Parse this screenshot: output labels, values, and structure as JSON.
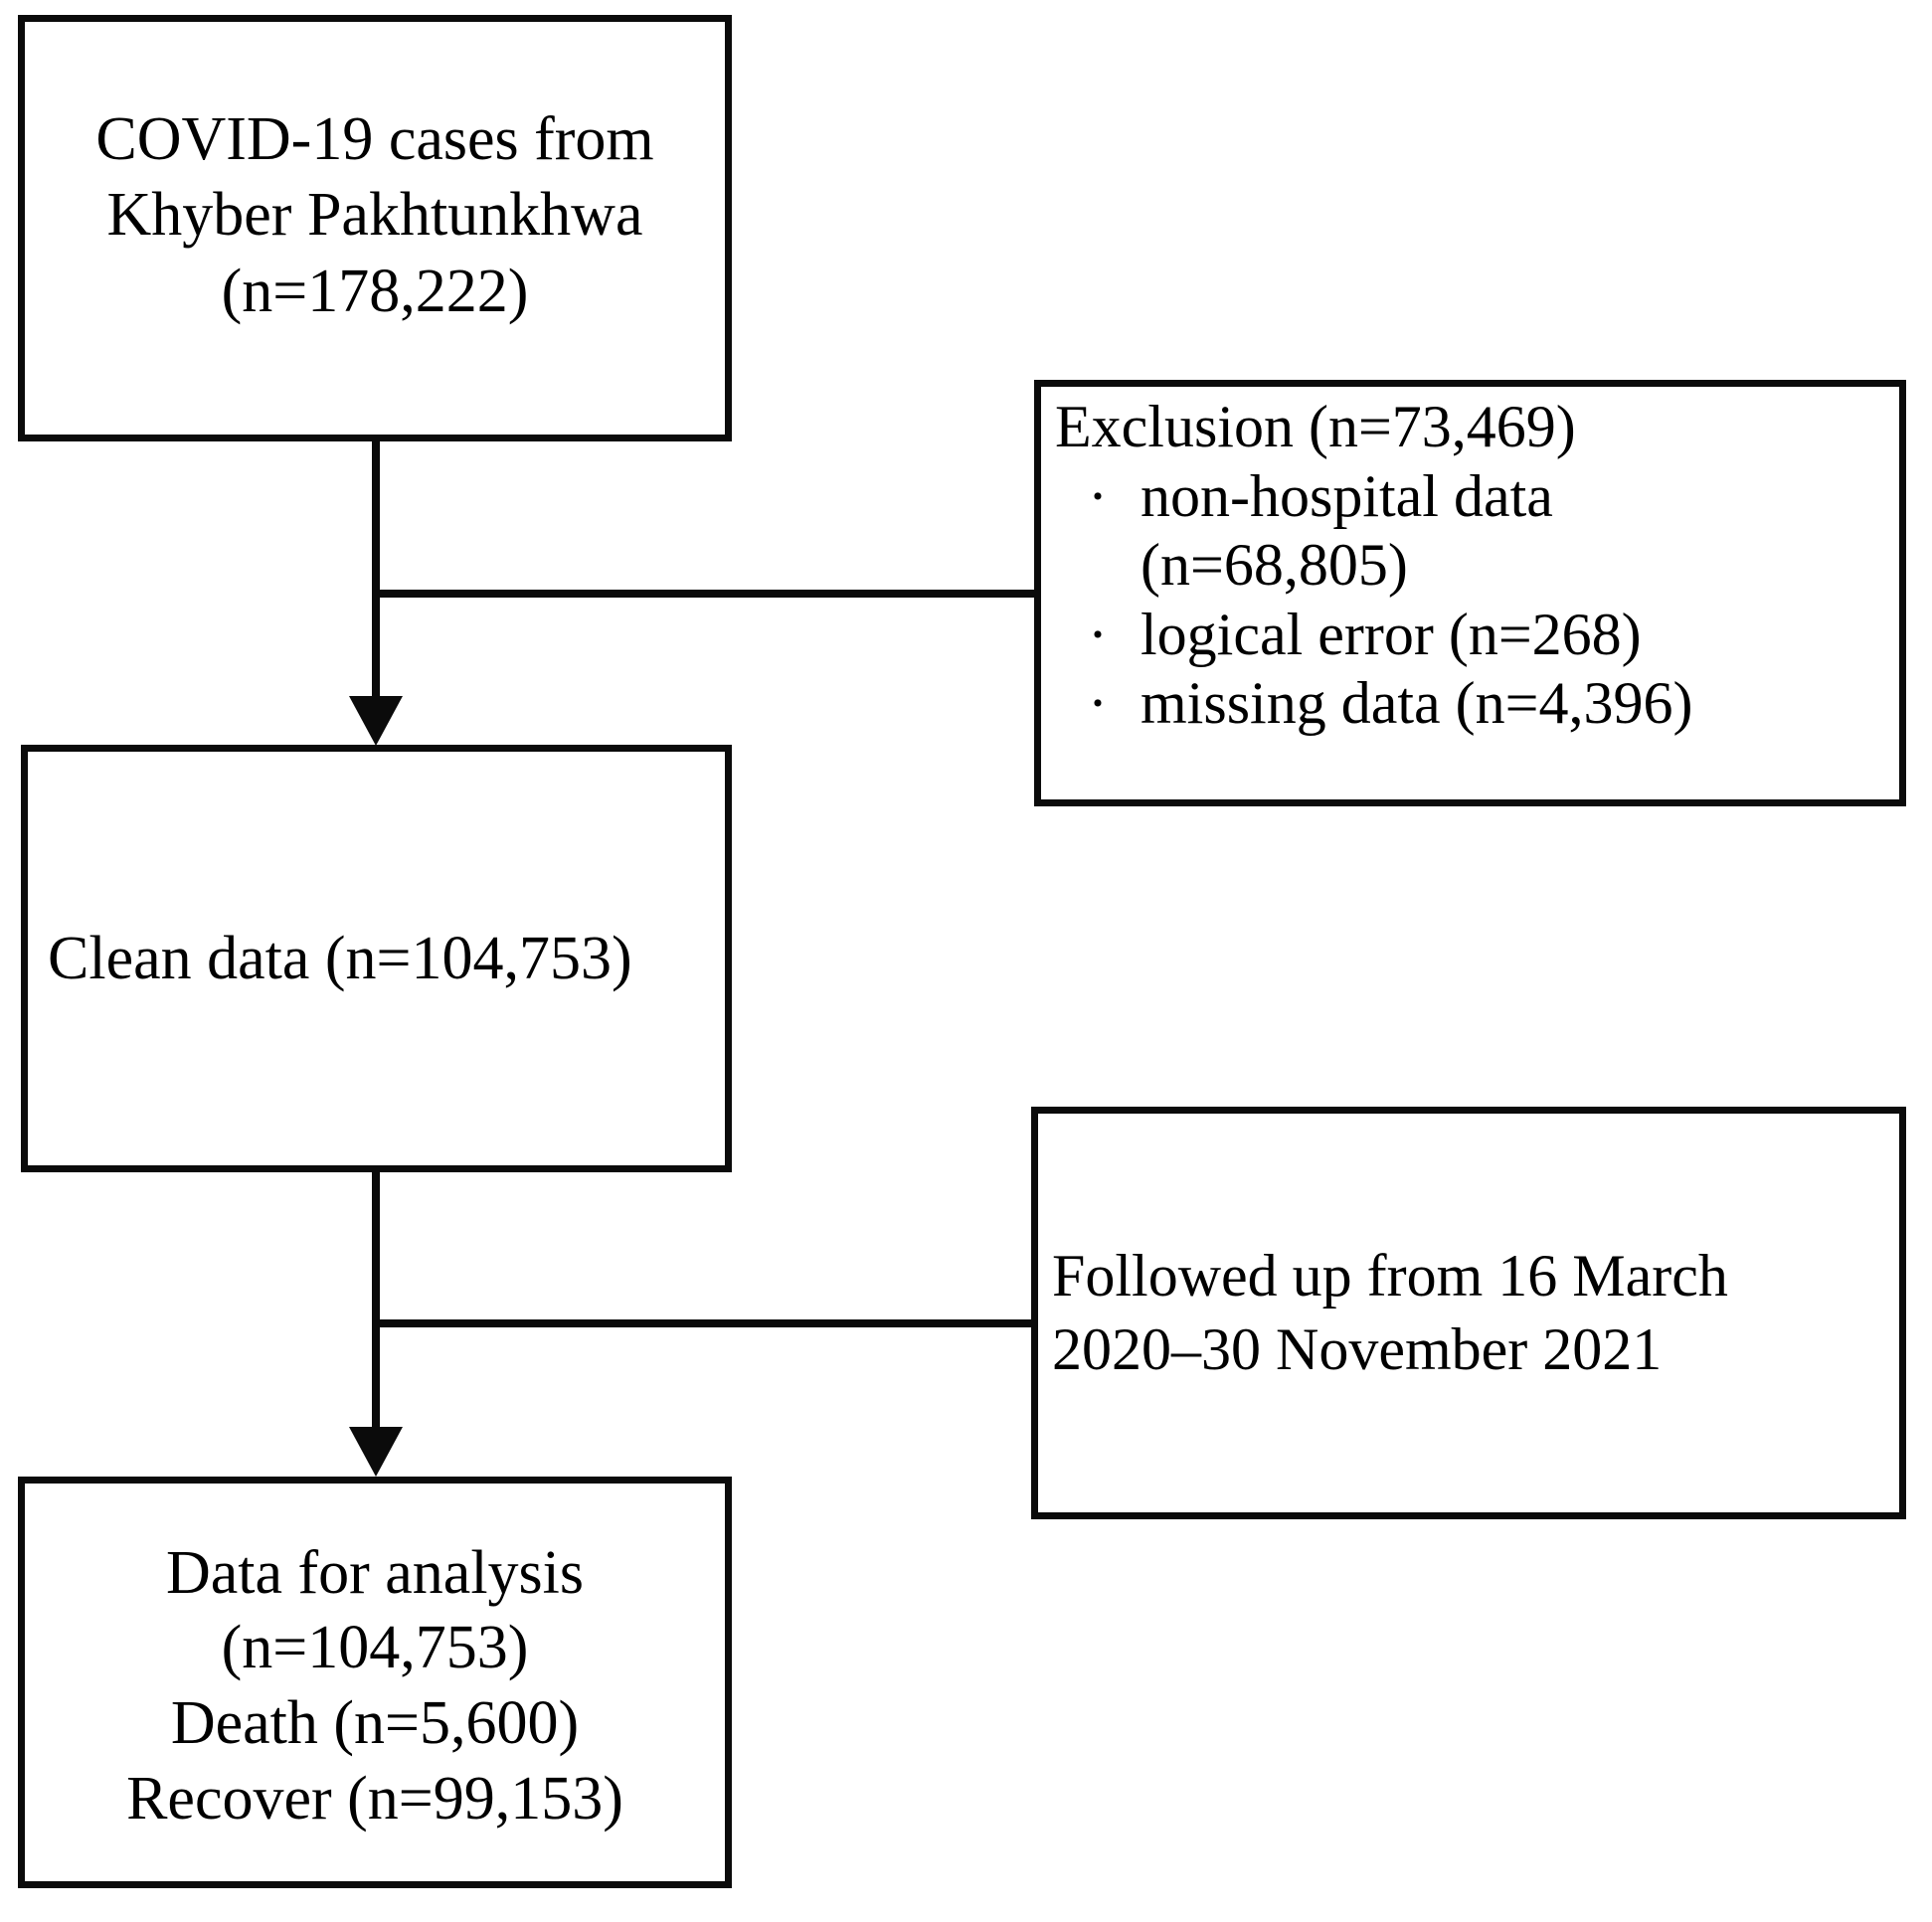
{
  "diagram": {
    "title": "COVID-19 study participant flow diagram",
    "type": "flowchart",
    "colors": {
      "stroke": "#0b0b0b",
      "background": "#ffffff",
      "text": "#000000"
    },
    "nodes": {
      "source": {
        "name": "source-population-box",
        "lines": [
          "COVID-19 cases from",
          "Khyber Pakhtunkhwa",
          "(n=178,222)"
        ]
      },
      "clean": {
        "name": "clean-data-box",
        "lines": [
          "Clean data (n=104,753)"
        ]
      },
      "analysis": {
        "name": "analysis-data-box",
        "lines": [
          "Data for analysis",
          "(n=104,753)",
          "Death (n=5,600)",
          "Recover (n=99,153)"
        ]
      },
      "exclusion": {
        "name": "exclusion-box",
        "heading": "Exclusion (n=73,469)",
        "bullet_mark": "·",
        "items": [
          "non-hospital data\n(n=68,805)",
          "logical error (n=268)",
          "missing data (n=4,396)"
        ]
      },
      "followup": {
        "name": "follow-up-box",
        "lines": [
          "Followed up from 16 March",
          "2020–30 November 2021"
        ]
      }
    },
    "connectors": [
      {
        "name": "source-to-clean-arrow",
        "from": "source",
        "to": "clean",
        "kind": "arrow-down"
      },
      {
        "name": "source-to-exclusion-line",
        "from": "source",
        "to": "exclusion",
        "kind": "line-right"
      },
      {
        "name": "clean-to-analysis-arrow",
        "from": "clean",
        "to": "analysis",
        "kind": "arrow-down"
      },
      {
        "name": "clean-to-followup-line",
        "from": "clean",
        "to": "followup",
        "kind": "line-right"
      }
    ]
  }
}
